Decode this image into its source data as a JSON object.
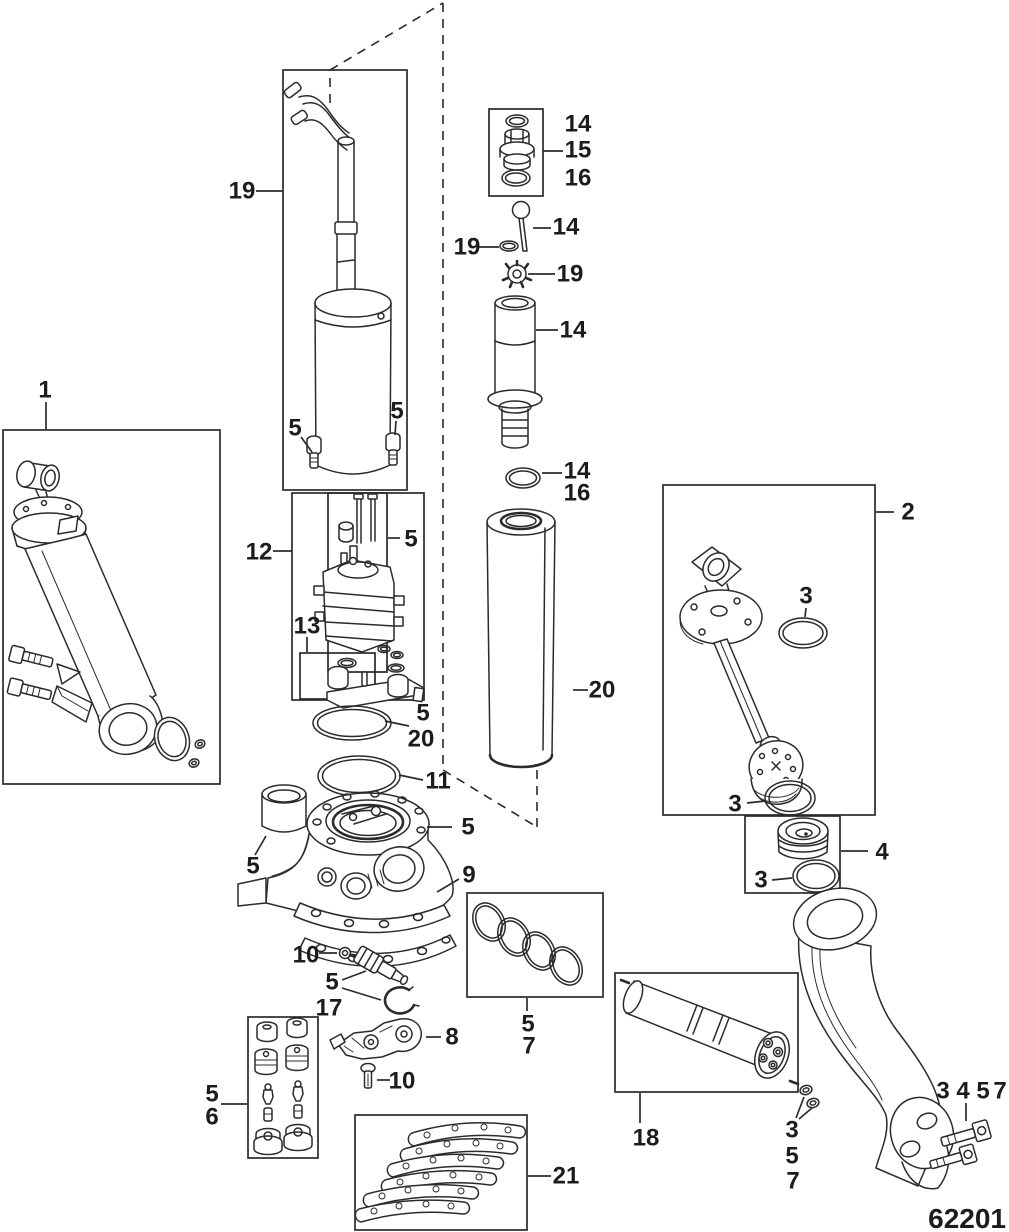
{
  "drawing_number": "62201",
  "callouts": [
    {
      "part": "trim-cylinder-assembly",
      "label": "1"
    },
    {
      "part": "electric-motor",
      "label": "19"
    },
    {
      "part": "fill-plug-oring-top",
      "label": "14"
    },
    {
      "part": "fill-plug",
      "label": "15"
    },
    {
      "part": "fill-plug-oring-bottom",
      "label": "16"
    },
    {
      "part": "cotter-pin",
      "label": "14"
    },
    {
      "part": "small-oring",
      "label": "19"
    },
    {
      "part": "star-washer",
      "label": "19"
    },
    {
      "part": "reservoir-neck",
      "label": "14"
    },
    {
      "part": "reservoir-oring",
      "label": "14"
    },
    {
      "part": "reservoir-oring-alt",
      "label": "16"
    },
    {
      "part": "reservoir-tube",
      "label": "20"
    },
    {
      "part": "piston-rod-assembly",
      "label": "2"
    },
    {
      "part": "rod-oring-upper",
      "label": "3"
    },
    {
      "part": "rod-oring-lower",
      "label": "3"
    },
    {
      "part": "end-cap",
      "label": "4"
    },
    {
      "part": "end-cap-oring",
      "label": "3"
    },
    {
      "part": "motor-screw-left",
      "label": "5"
    },
    {
      "part": "motor-screw-right",
      "label": "5"
    },
    {
      "part": "pump-assembly",
      "label": "12"
    },
    {
      "part": "pump-screw-kit",
      "label": "5"
    },
    {
      "part": "valve-plate",
      "label": "13"
    },
    {
      "part": "manifold-backup-ring",
      "label": "5"
    },
    {
      "part": "manifold-ring",
      "label": "20"
    },
    {
      "part": "manifold-oring",
      "label": "11"
    },
    {
      "part": "manifold-body",
      "label": "5"
    },
    {
      "part": "bushing",
      "label": "5"
    },
    {
      "part": "anode-plate",
      "label": "9"
    },
    {
      "part": "screw-upper",
      "label": "10"
    },
    {
      "part": "relief-valve",
      "label": "5"
    },
    {
      "part": "snap-ring",
      "label": "17"
    },
    {
      "part": "lever",
      "label": "8"
    },
    {
      "part": "screw-lower",
      "label": "10"
    },
    {
      "part": "fitting-kit-a",
      "label": "5"
    },
    {
      "part": "fitting-kit-b",
      "label": "6"
    },
    {
      "part": "oring-set-a",
      "label": "5"
    },
    {
      "part": "oring-set-b",
      "label": "7"
    },
    {
      "part": "trim-cylinder",
      "label": "18"
    },
    {
      "part": "trim-seal-a",
      "label": "3"
    },
    {
      "part": "trim-seal-b",
      "label": "5"
    },
    {
      "part": "trim-seal-c",
      "label": "7"
    },
    {
      "part": "arm-hardware-a",
      "label": "3"
    },
    {
      "part": "arm-hardware-b",
      "label": "4"
    },
    {
      "part": "arm-hardware-c",
      "label": "5"
    },
    {
      "part": "arm-hardware-d",
      "label": "7"
    },
    {
      "part": "shim-plates",
      "label": "21"
    }
  ]
}
